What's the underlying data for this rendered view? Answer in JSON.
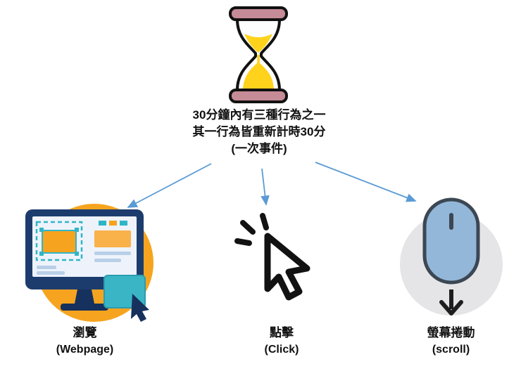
{
  "diagram": {
    "caption": {
      "line1": "30分鐘內有三種行為之一",
      "line2": "其一行為皆重新計時30分",
      "line3": "(一次事件)"
    },
    "nodes": {
      "browse": {
        "label": "瀏覽",
        "sublabel": "(Webpage)"
      },
      "click": {
        "label": "點擊",
        "sublabel": "(Click)"
      },
      "scroll": {
        "label": "螢幕捲動",
        "sublabel": "(scroll)"
      }
    },
    "colors": {
      "arrow_blue": "#5b9bd5",
      "hourglass_cap_pink": "#c58b96",
      "hourglass_sand_yellow": "#ffd21c",
      "browse_circle_orange": "#f6a41f",
      "monitor_navy": "#1d3c6e",
      "card_teal": "#3ab5c5",
      "mouse_blue": "#93b7d8",
      "mouse_circle_gray": "#e5e5e7",
      "cursor_black": "#121212",
      "text_black": "#111111",
      "background": "#ffffff"
    }
  }
}
